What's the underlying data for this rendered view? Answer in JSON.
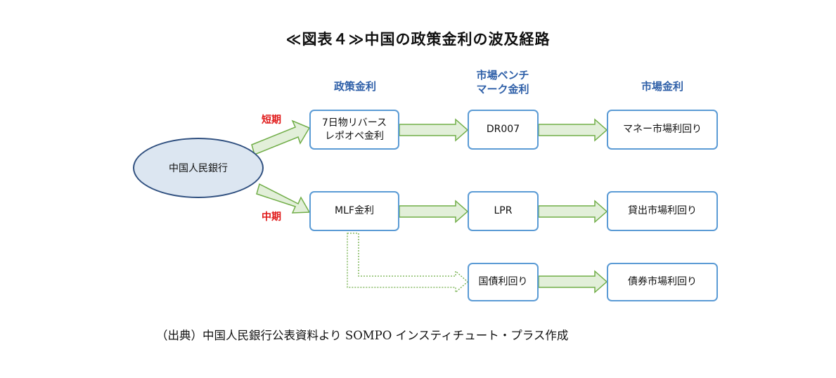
{
  "title": "≪図表４≫中国の政策金利の波及経路",
  "columns": {
    "policy_rate": "政策金利",
    "benchmark_line1": "市場ベンチ",
    "benchmark_line2": "マーク金利",
    "market_rate": "市場金利"
  },
  "terms": {
    "short": "短期",
    "medium": "中期"
  },
  "pboc": "中国人民銀行",
  "row1": {
    "policy_line1": "7日物リバース",
    "policy_line2": "レポオペ金利",
    "benchmark": "DR007",
    "market": "マネー市場利回り"
  },
  "row2": {
    "policy": "MLF金利",
    "benchmark": "LPR",
    "market": "貸出市場利回り"
  },
  "row3": {
    "benchmark": "国債利回り",
    "market": "債券市場利回り"
  },
  "source": "（出典）中国人民銀行公表資料より SOMPO インスティチュート・プラス作成",
  "colors": {
    "box_border": "#5b9bd5",
    "arrow_fill": "#e2efd9",
    "arrow_border": "#70ad47",
    "oval_fill": "#dce6f1",
    "oval_border": "#2f4f7f",
    "header": "#2e5fa8",
    "term": "#e01818"
  }
}
